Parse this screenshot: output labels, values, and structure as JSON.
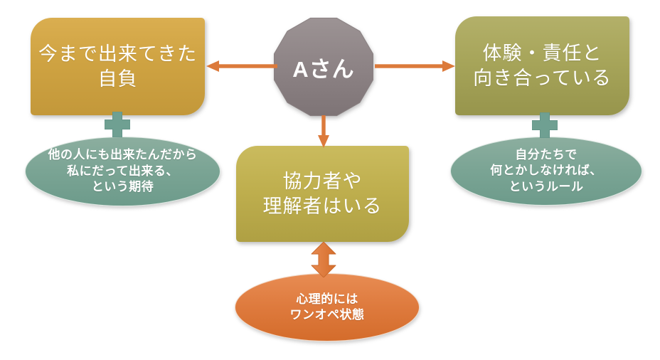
{
  "diagram": {
    "center": {
      "label": "Aさん"
    },
    "pride_box": {
      "line1": "今まで出来てきた",
      "line2": "自負"
    },
    "experience_box": {
      "line1": "体験・責任と",
      "line2": "向き合っている"
    },
    "supporters_box": {
      "line1": "協力者や",
      "line2": "理解者はいる"
    },
    "expectation_ellipse": {
      "line1": "他の人にも出来たんだから",
      "line2": "私にだって出来る、",
      "line3": "という期待"
    },
    "rule_ellipse": {
      "line1": "自分たちで",
      "line2": "何とかしなければ、",
      "line3": "というルール"
    },
    "solo_ope_ellipse": {
      "line1": "心理的には",
      "line2": "ワンオペ状態"
    },
    "colors": {
      "gold_box": "#CFA342",
      "olive_box": "#A7A55A",
      "khaki_box": "#BFAF4E",
      "teal_ellipse": "#7AA494",
      "orange_ellipse": "#DE7A3D",
      "arrow_orange": "#DC7A3B",
      "plus_teal": "#6FA092",
      "center_gray": "#8D8385",
      "text": "#FFFFFF",
      "background": "#FFFFFF"
    }
  }
}
